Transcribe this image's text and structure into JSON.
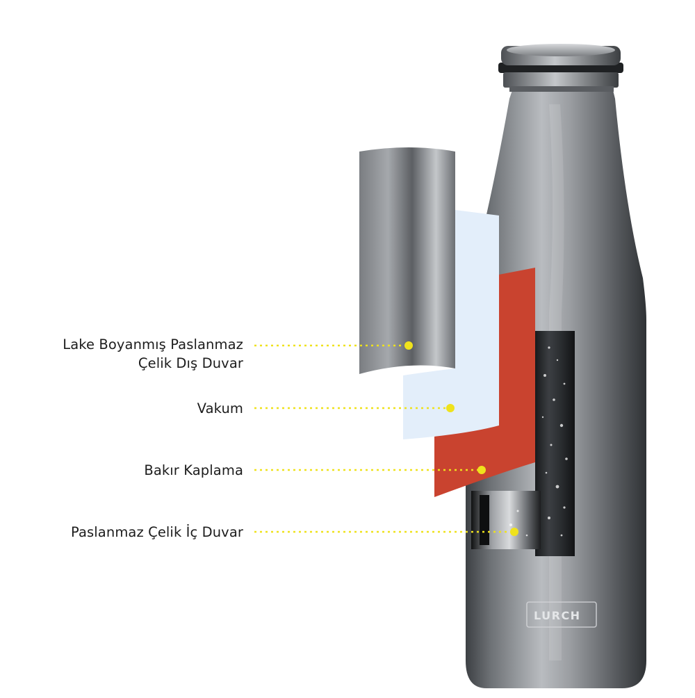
{
  "labels": {
    "outer_wall_line1": "Lake Boyanmış Paslanmaz",
    "outer_wall_line2": "Çelik Dış Duvar",
    "vacuum": "Vakum",
    "copper": "Bakır Kaplama",
    "inner_wall": "Paslanmaz Çelik İç Duvar"
  },
  "brand": {
    "logo_text": "LURCH"
  },
  "colors": {
    "marker_yellow": "#efe21c",
    "vacuum_layer": "#e3eefa",
    "copper_layer": "#c9432f",
    "steel_light": "#b9bcc0",
    "steel_dark": "#4c4f53",
    "text": "#1c1c1c"
  }
}
